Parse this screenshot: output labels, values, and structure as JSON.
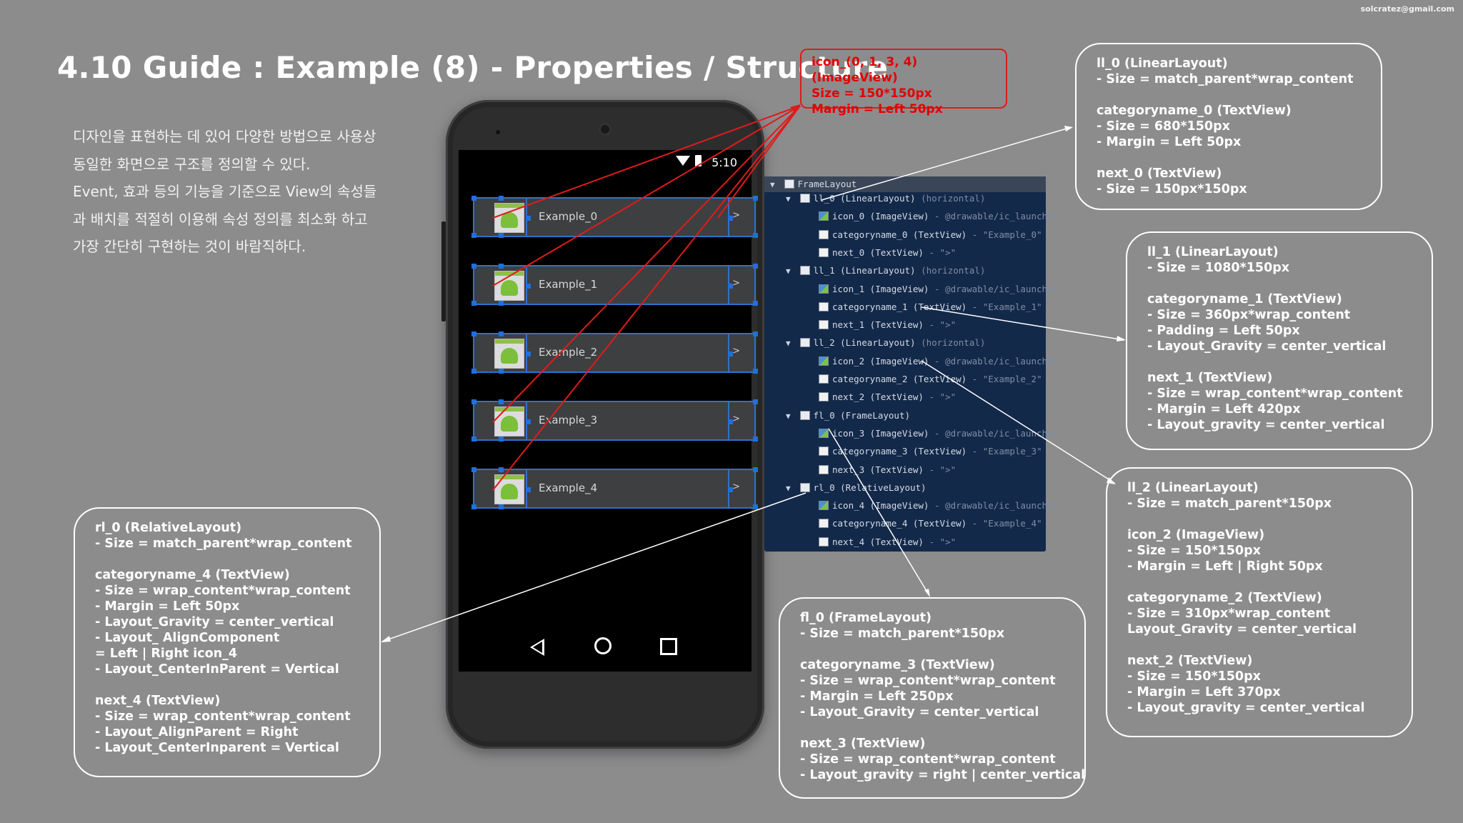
{
  "header": {
    "title": "4.10 Guide : Example (8) - Properties / Structure",
    "email": "solcratez@gmail.com"
  },
  "intro": {
    "lines": [
      "디자인을 표현하는 데 있어 다양한 방법으로 사용상",
      "동일한 화면으로 구조를 정의할 수 있다.",
      "Event, 효과 등의 기능을 기준으로 View의 속성들",
      "과 배치를 적절히 이용해 속성 정의를 최소화 하고",
      "가장 간단히 구현하는 것이 바람직하다."
    ]
  },
  "callout_icons": {
    "lines": [
      "icon_(0, 1, 3, 4) (ImageView)",
      "Size = 150*150px",
      "Margin = Left 50px"
    ]
  },
  "phone": {
    "time": "5:10",
    "rows": [
      {
        "name": "Example_0",
        "next": ">"
      },
      {
        "name": "Example_1",
        "next": ">"
      },
      {
        "name": "Example_2",
        "next": ">"
      },
      {
        "name": "Example_3",
        "next": ">"
      },
      {
        "name": "Example_4",
        "next": ">"
      }
    ]
  },
  "tree": {
    "items": [
      {
        "tri": "▼",
        "type": "lay",
        "text": "FrameLayout",
        "extra": ""
      },
      {
        "tri": "▼",
        "type": "lay",
        "text": "ll_0 (LinearLayout)",
        "extra": "(horizontal)"
      },
      {
        "tri": "",
        "type": "img",
        "text": "icon_0 (ImageView)",
        "extra": "- @drawable/ic_launcher"
      },
      {
        "tri": "",
        "type": "txt",
        "text": "categoryname_0 (TextView)",
        "extra": "- \"Example_0\""
      },
      {
        "tri": "",
        "type": "txt",
        "text": "next_0 (TextView)",
        "extra": "- \">\""
      },
      {
        "tri": "▼",
        "type": "lay",
        "text": "ll_1 (LinearLayout)",
        "extra": "(horizontal)"
      },
      {
        "tri": "",
        "type": "img",
        "text": "icon_1 (ImageView)",
        "extra": "- @drawable/ic_launcher"
      },
      {
        "tri": "",
        "type": "txt",
        "text": "categoryname_1 (TextView)",
        "extra": "- \"Example_1\""
      },
      {
        "tri": "",
        "type": "txt",
        "text": "next_1 (TextView)",
        "extra": "- \">\""
      },
      {
        "tri": "▼",
        "type": "lay",
        "text": "ll_2 (LinearLayout)",
        "extra": "(horizontal)"
      },
      {
        "tri": "",
        "type": "img",
        "text": "icon_2 (ImageView)",
        "extra": "- @drawable/ic_launcher"
      },
      {
        "tri": "",
        "type": "txt",
        "text": "categoryname_2 (TextView)",
        "extra": "- \"Example_2\""
      },
      {
        "tri": "",
        "type": "txt",
        "text": "next_2 (TextView)",
        "extra": "- \">\""
      },
      {
        "tri": "▼",
        "type": "lay",
        "text": "fl_0 (FrameLayout)",
        "extra": ""
      },
      {
        "tri": "",
        "type": "img",
        "text": "icon_3 (ImageView)",
        "extra": "- @drawable/ic_launcher"
      },
      {
        "tri": "",
        "type": "txt",
        "text": "categoryname_3 (TextView)",
        "extra": "- \"Example_3\""
      },
      {
        "tri": "",
        "type": "txt",
        "text": "next_3 (TextView)",
        "extra": "- \">\""
      },
      {
        "tri": "▼",
        "type": "lay",
        "text": "rl_0 (RelativeLayout)",
        "extra": ""
      },
      {
        "tri": "",
        "type": "img",
        "text": "icon_4 (ImageView)",
        "extra": "- @drawable/ic_launcher"
      },
      {
        "tri": "",
        "type": "txt",
        "text": "categoryname_4 (TextView)",
        "extra": "- \"Example_4\""
      },
      {
        "tri": "",
        "type": "txt",
        "text": "next_4 (TextView)",
        "extra": "- \">\""
      }
    ]
  },
  "boxes": {
    "ll0": [
      [
        "ll_0 (LinearLayout)",
        "-  Size = match_parent*wrap_content"
      ],
      [
        "categoryname_0 (TextView)",
        "-  Size  = 680*150px",
        "-  Margin = Left 50px"
      ],
      [
        "next_0 (TextView)",
        "- Size = 150px*150px"
      ]
    ],
    "ll1": [
      [
        "ll_1 (LinearLayout)",
        "-  Size = 1080*150px"
      ],
      [
        "categoryname_1 (TextView)",
        "-  Size  = 360px*wrap_content",
        "-  Padding = Left 50px",
        "-  Layout_Gravity = center_vertical"
      ],
      [
        "next_1 (TextView)",
        "-  Size = wrap_content*wrap_content",
        "-  Margin = Left 420px",
        "-  Layout_gravity = center_vertical"
      ]
    ],
    "ll2": [
      [
        "ll_2 (LinearLayout)",
        "-  Size = match_parent*150px"
      ],
      [
        "icon_2 (ImageView)",
        "- Size = 150*150px",
        "- Margin = Left | Right 50px"
      ],
      [
        "categoryname_2 (TextView)",
        "-  Size  = 310px*wrap_content",
        "    Layout_Gravity = center_vertical"
      ],
      [
        "next_2 (TextView)",
        "-  Size = 150*150px",
        "-  Margin = Left 370px",
        "-  Layout_gravity = center_vertical"
      ]
    ],
    "fl0": [
      [
        "fl_0 (FrameLayout)",
        "-  Size = match_parent*150px"
      ],
      [
        "categoryname_3 (TextView)",
        "-  Size  = wrap_content*wrap_content",
        "-  Margin = Left 250px",
        "-  Layout_Gravity = center_vertical"
      ],
      [
        "next_3 (TextView)",
        "-  Size = wrap_content*wrap_content",
        "-  Layout_gravity = right | center_vertical"
      ]
    ],
    "rl0": [
      [
        "rl_0 (RelativeLayout)",
        "-  Size = match_parent*wrap_content"
      ],
      [
        "categoryname_4 (TextView)",
        "-  Size  = wrap_content*wrap_content",
        "-  Margin = Left 50px",
        "-  Layout_Gravity = center_vertical",
        "-  Layout_ AlignComponent",
        "    = Left | Right icon_4",
        "-  Layout_CenterInParent = Vertical"
      ],
      [
        "next_4 (TextView)",
        "-  Size = wrap_content*wrap_content",
        "-  Layout_AlignParent = Right",
        "-  Layout_CenterInparent = Vertical"
      ]
    ]
  },
  "colors": {
    "background": "#8c8c8d",
    "callout_red": "#e30000",
    "selection_blue": "#2f72c8",
    "tree_bg": "#13294a"
  }
}
